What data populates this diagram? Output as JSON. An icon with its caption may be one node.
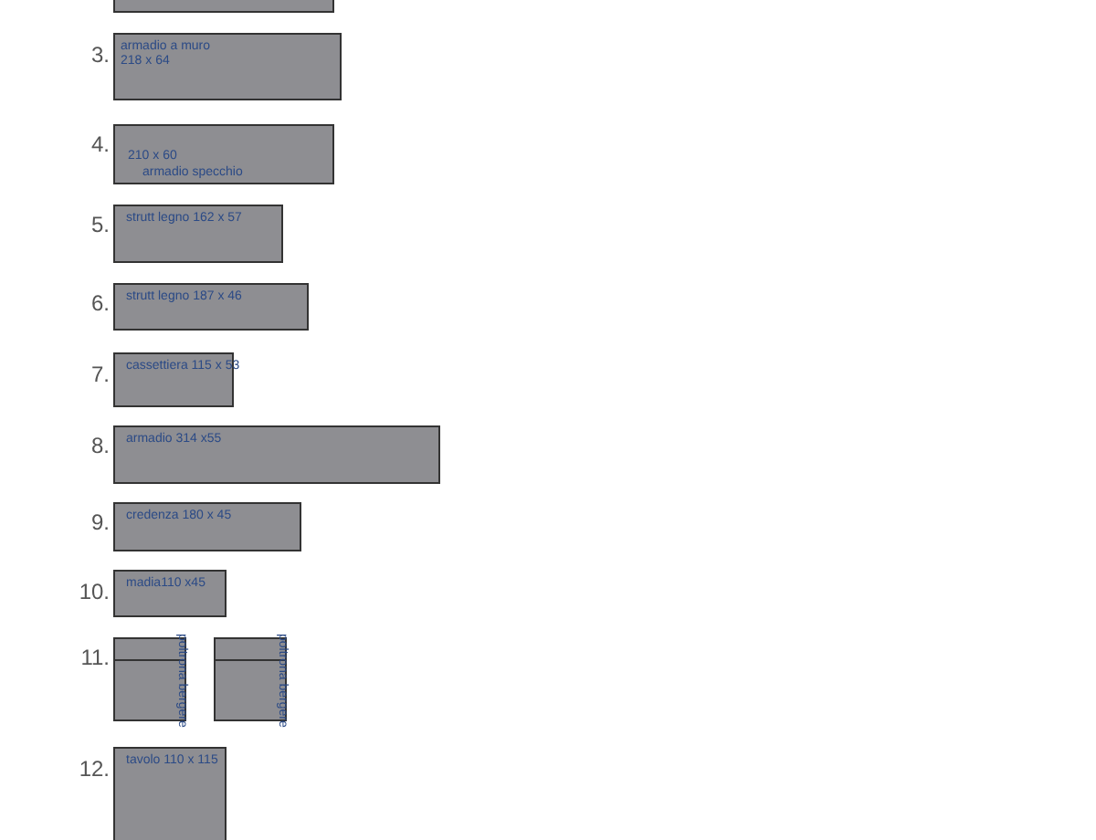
{
  "diagram": {
    "nodes": [
      {
        "text": [],
        "shape": "box"
      },
      {
        "text": [
          "armadio a muro",
          "218 x 64"
        ]
      },
      {
        "text": [
          "210 x 60",
          "armadio specchio"
        ]
      },
      {
        "text": [
          "strutt legno 162 x 57"
        ]
      },
      {
        "text": [
          "strutt legno 187 x 46"
        ]
      },
      {
        "text": [
          "cassettiera 115 x 53"
        ]
      },
      {
        "text": [
          "armadio 314 x55"
        ]
      },
      {
        "text": [
          "credenza 180 x 45"
        ]
      },
      {
        "text": [
          "madia110 x45"
        ]
      },
      {
        "text": [
          "poltrona bergere"
        ]
      },
      {
        "text": [
          "poltrona bergere"
        ]
      },
      {
        "text": [
          "tavolo 110 x 115"
        ]
      }
    ],
    "edges": [],
    "labels": [
      "3.",
      "4.",
      "5.",
      "6.",
      "7.",
      "8.",
      "9.",
      "10.",
      "11.",
      "12."
    ]
  }
}
